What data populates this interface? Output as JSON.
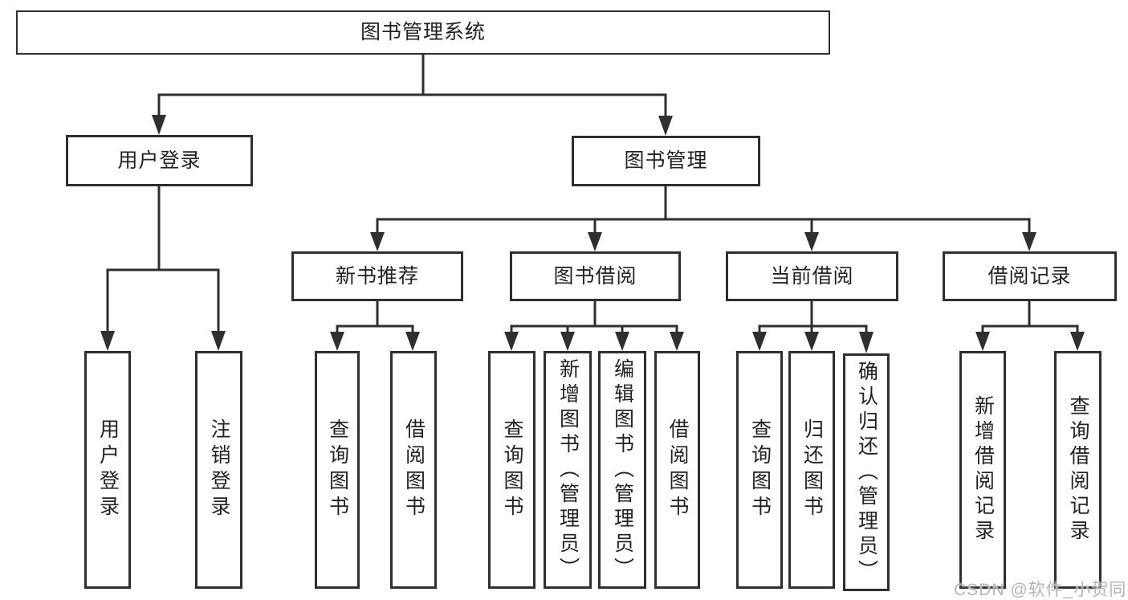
{
  "diagram": {
    "watermark": "CSDN @软件_小贺同学",
    "colors": {
      "line": "#2f2f2f",
      "box_border": "#2f2f2f",
      "text": "#222222",
      "watermark": "#b5b5b5",
      "background": "#ffffff"
    },
    "tree": {
      "label": "图书管理系统",
      "children": [
        {
          "label": "用户登录",
          "children": [
            {
              "label": "用户登录"
            },
            {
              "label": "注销登录"
            }
          ]
        },
        {
          "label": "图书管理",
          "children": [
            {
              "label": "新书推荐",
              "children": [
                {
                  "label": "查询图书"
                },
                {
                  "label": "借阅图书"
                }
              ]
            },
            {
              "label": "图书借阅",
              "children": [
                {
                  "label": "查询图书"
                },
                {
                  "label": "新增图书（管理员）"
                },
                {
                  "label": "编辑图书（管理员）"
                },
                {
                  "label": "借阅图书"
                }
              ]
            },
            {
              "label": "当前借阅",
              "children": [
                {
                  "label": "查询图书"
                },
                {
                  "label": "归还图书"
                },
                {
                  "label": "确认归还（管理员）"
                }
              ]
            },
            {
              "label": "借阅记录",
              "children": [
                {
                  "label": "新增借阅记录"
                },
                {
                  "label": "查询借阅记录"
                }
              ]
            }
          ]
        }
      ]
    }
  }
}
